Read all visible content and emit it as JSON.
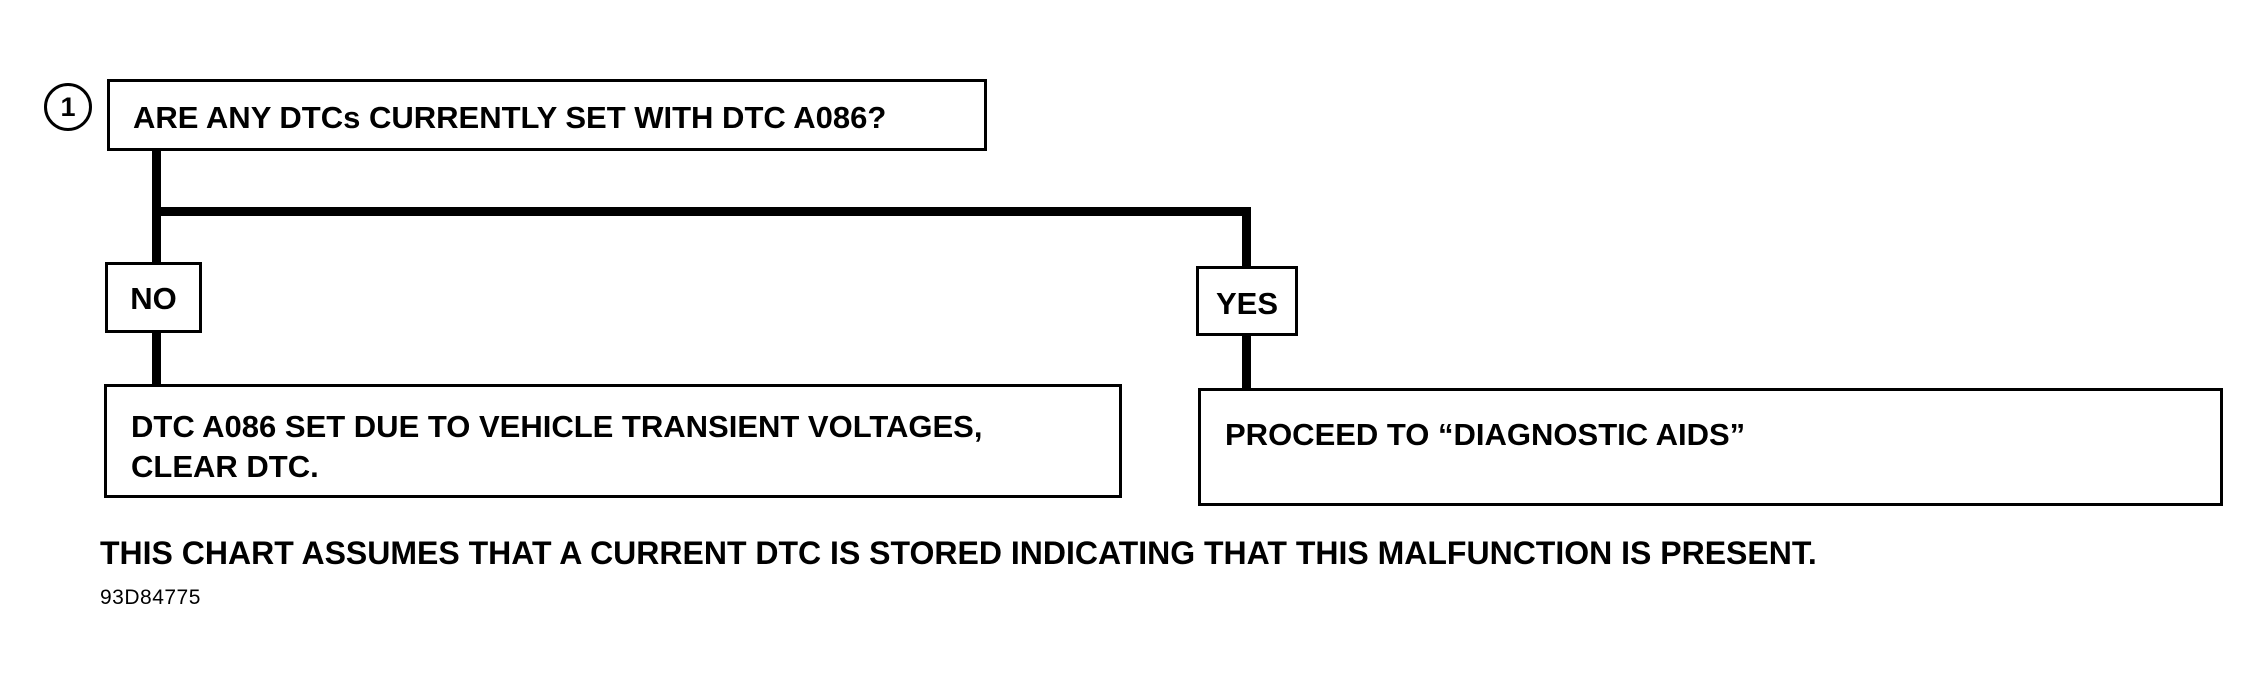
{
  "flowchart": {
    "step_number": "1",
    "question": "ARE ANY DTCs CURRENTLY SET WITH DTC A086?",
    "branches": {
      "no_label": "NO",
      "yes_label": "YES",
      "no_result_line1": "DTC A086 SET DUE TO VEHICLE TRANSIENT VOLTAGES,",
      "no_result_line2": "CLEAR DTC.",
      "yes_result": "PROCEED TO “DIAGNOSTIC AIDS”"
    },
    "footnote": "THIS CHART ASSUMES THAT A CURRENT DTC IS STORED INDICATING THAT THIS MALFUNCTION IS PRESENT.",
    "figure_ref": "93D84775"
  }
}
